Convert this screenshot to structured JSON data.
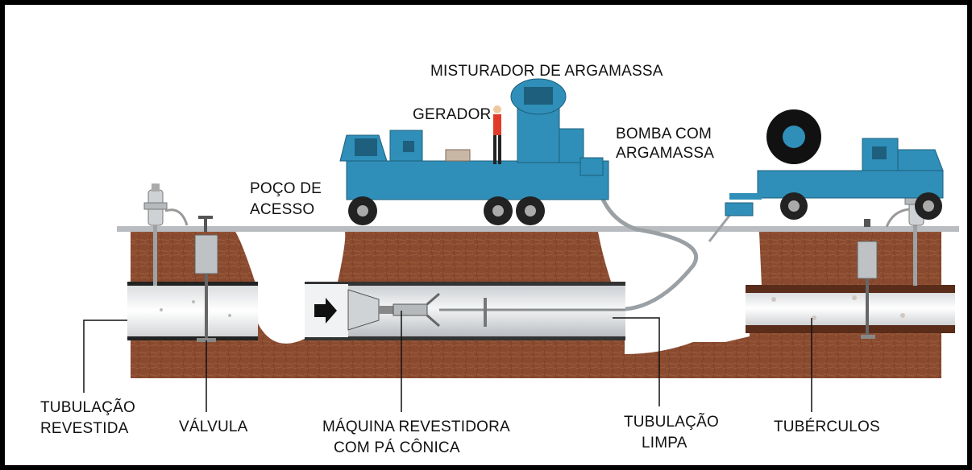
{
  "diagram": {
    "labels": {
      "mixer": "MISTURADOR DE ARGAMASSA",
      "generator": "GERADOR",
      "pump_line1": "BOMBA COM",
      "pump_line2": "ARGAMASSA",
      "manhole_line1": "POÇO DE",
      "manhole_line2": "ACESSO",
      "lined_pipe_line1": "TUBULAÇÃO",
      "lined_pipe_line2": "REVESTIDA",
      "valve": "VÁLVULA",
      "machine_line1": "MÁQUINA REVESTIDORA",
      "machine_line2": "COM PÁ CÔNICA",
      "clean_pipe_line1": "TUBULAÇÃO",
      "clean_pipe_line2": "LIMPA",
      "tubercles": "TUBÉRCULOS"
    },
    "colors": {
      "truck": "#2f8fb8",
      "soil": "#8b4a2e",
      "ground_line": "#b9bcc0",
      "pipe": "#e4e6e8"
    }
  }
}
